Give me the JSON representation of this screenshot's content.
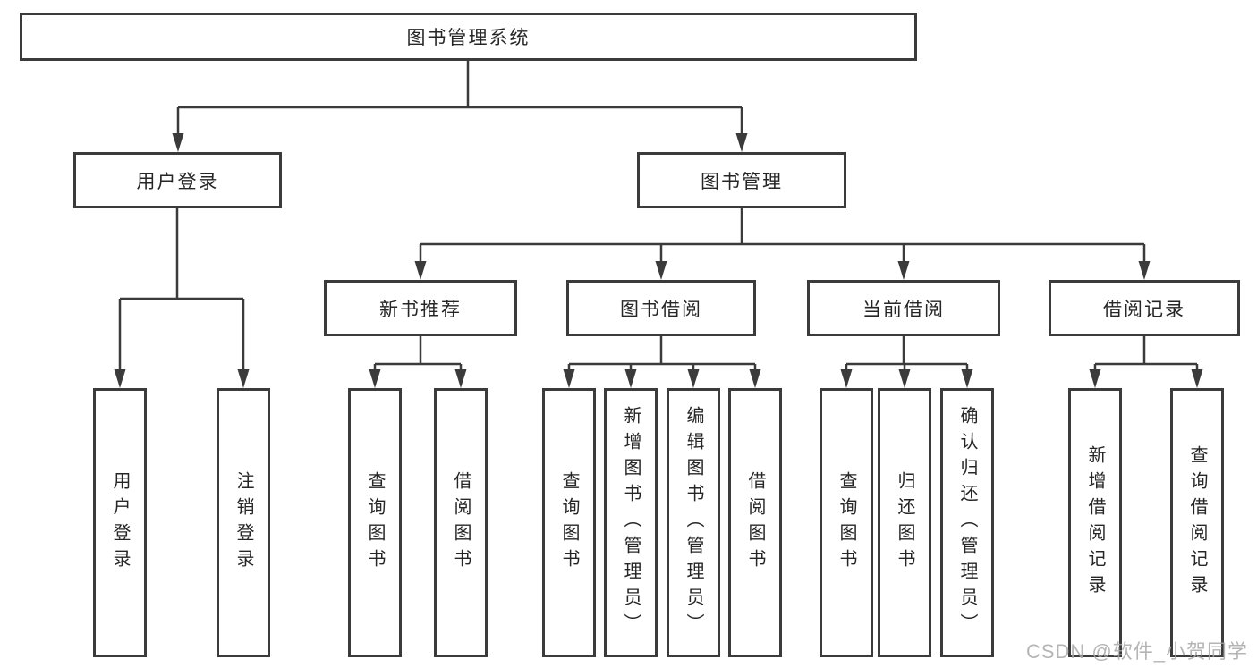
{
  "diagram": {
    "root_label": "图书管理系统",
    "branches": [
      {
        "label": "用户登录",
        "children": [
          "用户登录",
          "注销登录"
        ]
      },
      {
        "label": "图书管理",
        "groups": [
          {
            "label": "新书推荐",
            "children": [
              "查询图书",
              "借阅图书"
            ]
          },
          {
            "label": "图书借阅",
            "children": [
              "查询图书",
              "新增图书（管理员）",
              "编辑图书（管理员）",
              "借阅图书"
            ]
          },
          {
            "label": "当前借阅",
            "children": [
              "查询图书",
              "归还图书",
              "确认归还（管理员）"
            ]
          },
          {
            "label": "借阅记录",
            "children": [
              "新增借阅记录",
              "查询借阅记录"
            ]
          }
        ]
      }
    ]
  },
  "watermark": {
    "text": "CSDN @软件_小贺同学"
  },
  "colors": {
    "line": "#3b3b3b",
    "text": "#262626",
    "box_background": "#ffffff",
    "watermark": "#a8a8a8"
  }
}
